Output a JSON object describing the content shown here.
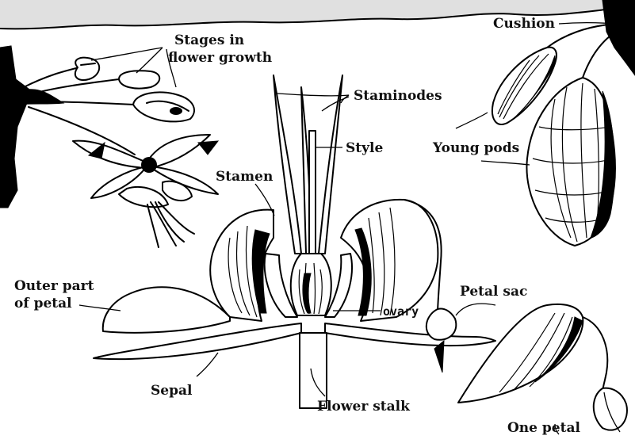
{
  "labels": {
    "stages": [
      "Stages in",
      "flower growth"
    ],
    "staminodes": "Staminodes",
    "style": "Style",
    "stamen": "Stamen",
    "cushion": "Cushion",
    "young_pods": "Young pods",
    "outer_petal": [
      "Outer part",
      "of petal"
    ],
    "ovary": "ovary",
    "petal_sac": "Petal sac",
    "sepal": "Sepal",
    "flower_stalk": "Flower stalk",
    "one_petal": "One petal"
  },
  "colors": {
    "ink": "#000000",
    "background": "#ffffff"
  }
}
